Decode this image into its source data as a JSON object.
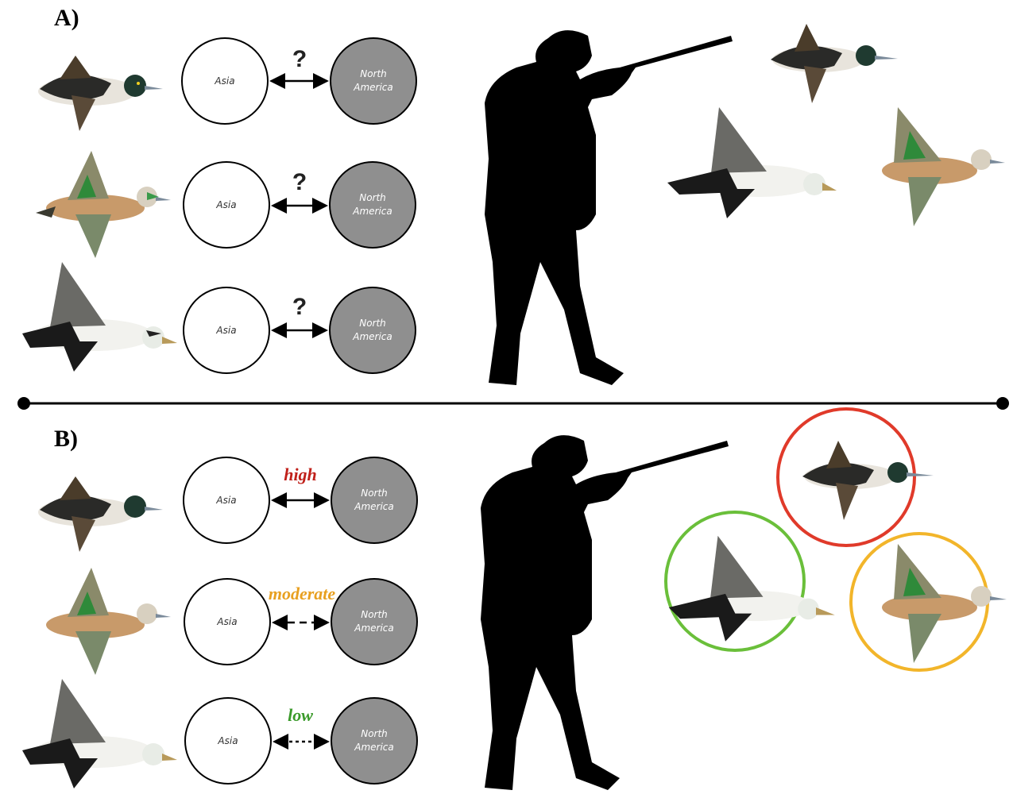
{
  "panels": [
    {
      "label": "A)",
      "rows": [
        {
          "duck": "scaup-duck",
          "asia_label": "Asia",
          "na_label_1": "North",
          "na_label_2": "America",
          "link_text": "?",
          "link_style": "solid"
        },
        {
          "duck": "wigeon-duck",
          "asia_label": "Asia",
          "na_label_1": "North",
          "na_label_2": "America",
          "link_text": "?",
          "link_style": "solid"
        },
        {
          "duck": "eider-duck",
          "asia_label": "Asia",
          "na_label_1": "North",
          "na_label_2": "America",
          "link_text": "?",
          "link_style": "solid"
        }
      ]
    },
    {
      "label": "B)",
      "rows": [
        {
          "duck": "scaup-duck",
          "asia_label": "Asia",
          "na_label_1": "North",
          "na_label_2": "America",
          "link_text": "high",
          "link_style": "solid",
          "link_color": "#c0201a"
        },
        {
          "duck": "wigeon-duck",
          "asia_label": "Asia",
          "na_label_1": "North",
          "na_label_2": "America",
          "link_text": "moderate",
          "link_style": "dashed",
          "link_color": "#e8a020"
        },
        {
          "duck": "eider-duck",
          "asia_label": "Asia",
          "na_label_1": "North",
          "na_label_2": "America",
          "link_text": "low",
          "link_style": "dotted",
          "link_color": "#3a9a2a"
        }
      ]
    }
  ],
  "colors": {
    "high_ring": "#e03a2a",
    "moderate_ring": "#f2b52a",
    "low_ring": "#6abf3a",
    "north_america_fill": "#8f8f8f",
    "hunter": "#000000"
  },
  "icons": [
    "hunter-silhouette",
    "scaup-duck",
    "wigeon-duck",
    "eider-duck"
  ]
}
